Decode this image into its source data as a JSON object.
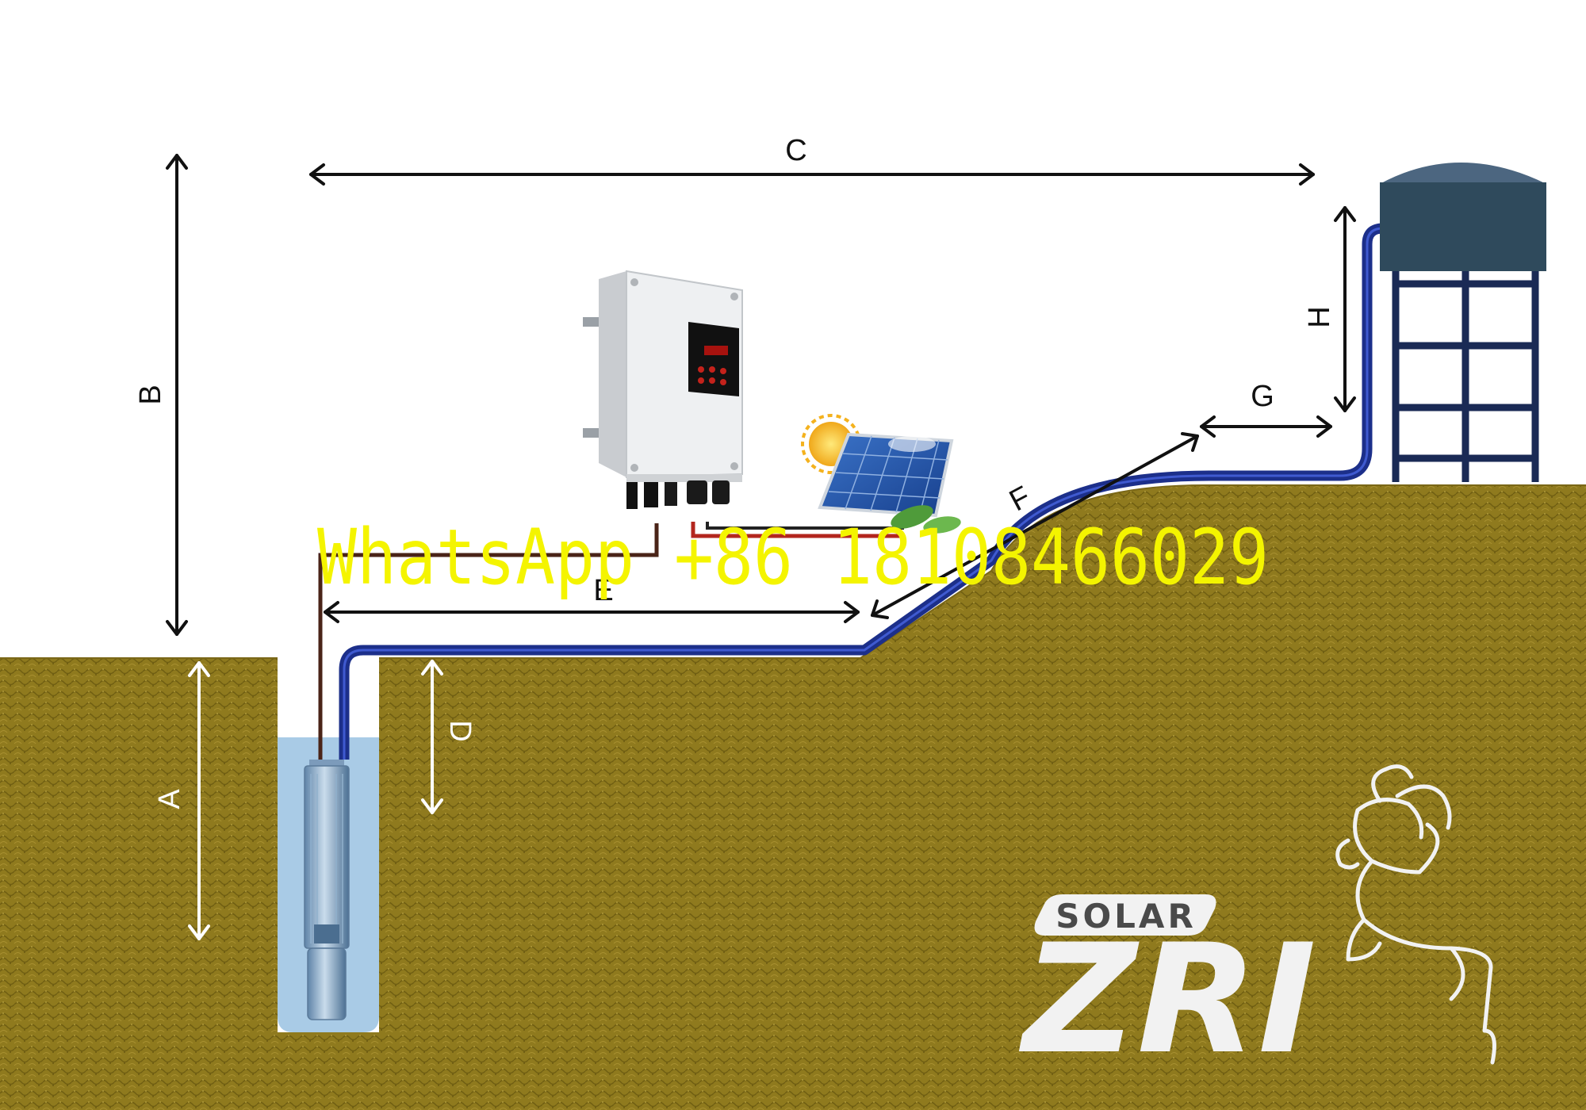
{
  "labels": {
    "a": "A",
    "b": "B",
    "c": "C",
    "d": "D",
    "e": "E",
    "f": "F",
    "g": "G",
    "h": "H"
  },
  "watermark": "WhatsApp +86 18108466029",
  "brand": {
    "tag": "SOLAR",
    "name": "ZRI"
  },
  "colors": {
    "soil": "#8f7a1e",
    "water_pipe": "#1c2f8a",
    "cable_brown": "#4a2418",
    "cable_red": "#b3261e",
    "well_water": "#a9cbe6",
    "tank_body": "#2f4a5c",
    "tank_roof": "#4c6680",
    "tower": "#1a2a55",
    "watermark": "#f4f400"
  }
}
